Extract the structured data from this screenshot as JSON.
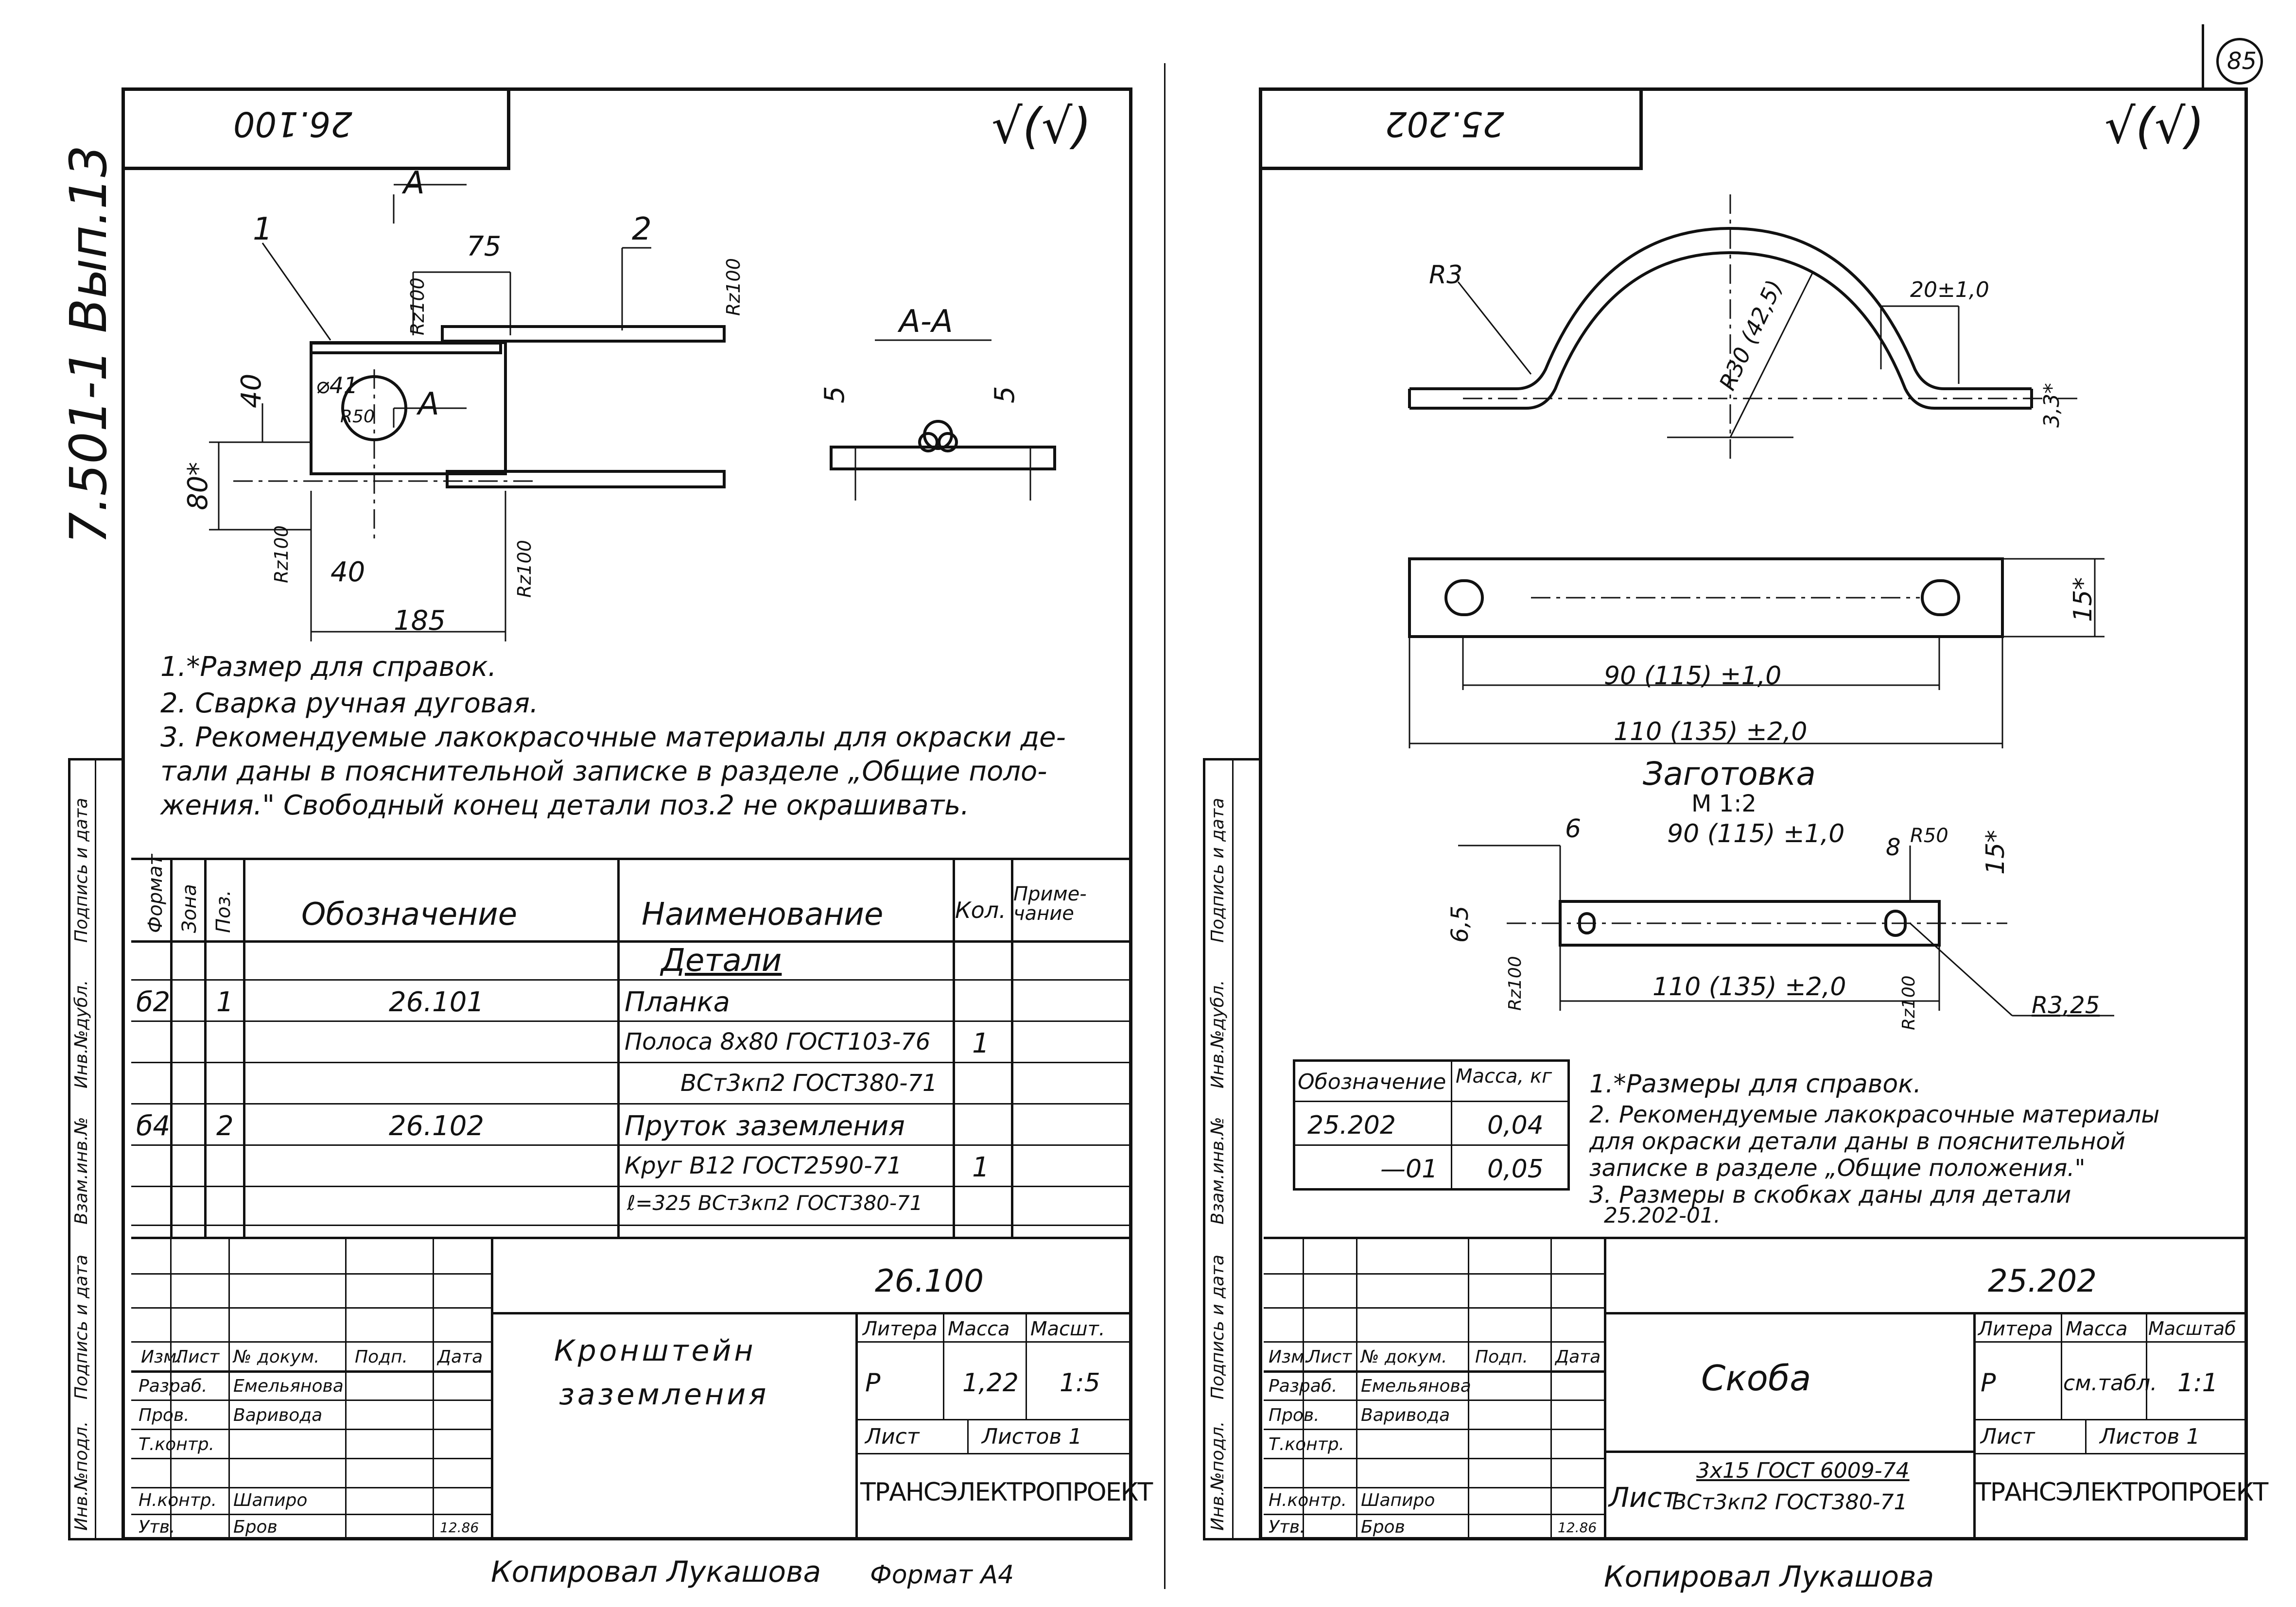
{
  "page_number": "85",
  "series": "7.501-1 Вып.13",
  "side_labels": {
    "inv_podl": "Инв.№подл.",
    "podpis_data": "Подпись и дата",
    "vzam_inv": "Взам.инв.№",
    "inv_dubl": "Инв.№дубл.",
    "podpis_data2": "Подпись и дата"
  },
  "left": {
    "corner_code": "26.100",
    "roughness": "√(√)",
    "drawing": {
      "section_mark": "А",
      "section_title": "А-А",
      "pos1": "1",
      "pos2": "2",
      "dim_75": "75",
      "dim_40_top": "40",
      "dim_80": "80*",
      "dim_40_bottom": "40",
      "dim_185": "185",
      "dim_hole": "⌀41",
      "dim_r50": "R50",
      "dim_5a": "5",
      "dim_5b": "5",
      "rz1": "Rz100",
      "rz2": "Rz100",
      "rz3": "Rz100",
      "rz4": "Rz100"
    },
    "notes": [
      "1.*Размер для справок.",
      "2. Сварка ручная дуговая.",
      "3. Рекомендуемые лакокрасочные материалы для окраски де-",
      "тали даны в пояснительной записке в разделе „Общие поло-",
      "жения.\" Свободный конец детали поз.2 не окрашивать."
    ],
    "spec": {
      "headers": {
        "format": "Формат",
        "zone": "Зона",
        "pos": "Поз.",
        "designation": "Обозначение",
        "name": "Наименование",
        "qty": "Кол.",
        "note": "Приме-чание"
      },
      "section": "Детали",
      "rows": [
        {
          "format": "б2",
          "pos": "1",
          "designation": "26.101",
          "name": "Планка",
          "qty": ""
        },
        {
          "format": "",
          "pos": "",
          "designation": "",
          "name": "Полоса 8х80 ГОСТ103-76",
          "qty": "1"
        },
        {
          "format": "",
          "pos": "",
          "designation": "",
          "name": "ВСт3кп2 ГОСТ380-71",
          "qty": ""
        },
        {
          "format": "б4",
          "pos": "2",
          "designation": "26.102",
          "name": "Пруток заземления",
          "qty": ""
        },
        {
          "format": "",
          "pos": "",
          "designation": "",
          "name": "Круг В12 ГОСТ2590-71",
          "qty": "1"
        },
        {
          "format": "",
          "pos": "",
          "designation": "",
          "name": "ℓ=325 ВСт3кп2 ГОСТ380-71",
          "qty": ""
        }
      ]
    },
    "title_block": {
      "code": "26.100",
      "name_line1": "Кронштейн",
      "name_line2": "заземления",
      "hdr_izm": "Изм.",
      "hdr_list": "Лист",
      "hdr_doc": "№ докум.",
      "hdr_sign": "Подп.",
      "hdr_date": "Дата",
      "razrab": "Разраб.",
      "razrab_name": "Емельянова",
      "prov": "Пров.",
      "prov_name": "Варивода",
      "tkontr": "Т.контр.",
      "nkontr": "Н.контр.",
      "nkontr_name": "Шапиро",
      "utv": "Утв.",
      "utv_name": "Бров",
      "date": "12.86",
      "litera": "Литера",
      "massa": "Масса",
      "masshtab": "Масшт.",
      "lit_val": "Р",
      "mass_val": "1,22",
      "scale_val": "1:5",
      "list": "Лист",
      "listov": "Листов 1",
      "org": "ТРАНСЭЛЕКТРОПРОЕКТ"
    },
    "copied": "Копировал Лукашова",
    "format": "Формат А4"
  },
  "right": {
    "corner_code": "25.202",
    "roughness": "√(√)",
    "drawing": {
      "r3": "R3",
      "r30": "R30 (42,5)",
      "dim_20": "20±1,0",
      "dim_3": "3,3*",
      "dim_15": "15*",
      "dim_90": "90 (115) ±1,0",
      "dim_110": "110 (135) ±2,0",
      "blank_title": "Заготовка",
      "blank_scale": "М 1:2",
      "b_dim_6": "6",
      "b_dim_90": "90 (115) ±1,0",
      "b_dim_8": "8",
      "b_dim_r50": "R50",
      "b_dim_15": "15*",
      "b_dim_65": "6,5",
      "b_dim_110": "110 (135) ±2,0",
      "b_r325": "R3,25",
      "b_rz1": "Rz100",
      "b_rz2": "Rz100"
    },
    "mass_table": {
      "h1": "Обозначение",
      "h2": "Масса, кг",
      "rows": [
        {
          "d": "25.202",
          "m": "0,04"
        },
        {
          "d": "—01",
          "m": "0,05"
        }
      ]
    },
    "notes": [
      "1.*Размеры для справок.",
      "2. Рекомендуемые лакокрасочные материалы",
      "для окраски детали даны в пояснительной",
      "записке в разделе „Общие положения.\"",
      "3. Размеры в скобках даны для детали",
      "25.202-01."
    ],
    "title_block": {
      "code": "25.202",
      "name": "Скоба",
      "material_prefix": "Лист",
      "material_top": "3х15 ГОСТ 6009-74",
      "material_bottom": "ВСт3кп2 ГОСТ380-71",
      "hdr_izm": "Изм.",
      "hdr_list": "Лист",
      "hdr_doc": "№ докум.",
      "hdr_sign": "Подп.",
      "hdr_date": "Дата",
      "razrab": "Разраб.",
      "razrab_name": "Емельянова",
      "prov": "Пров.",
      "prov_name": "Варивода",
      "tkontr": "Т.контр.",
      "nkontr": "Н.контр.",
      "nkontr_name": "Шапиро",
      "utv": "Утв.",
      "utv_name": "Бров",
      "date": "12.86",
      "litera": "Литера",
      "massa": "Масса",
      "masshtab": "Масштаб",
      "lit_val": "Р",
      "mass_val": "см.табл.",
      "scale_val": "1:1",
      "list": "Лист",
      "listov": "Листов 1",
      "org": "ТРАНСЭЛЕКТРОПРОЕКТ"
    },
    "copied": "Копировал Лукашова"
  }
}
